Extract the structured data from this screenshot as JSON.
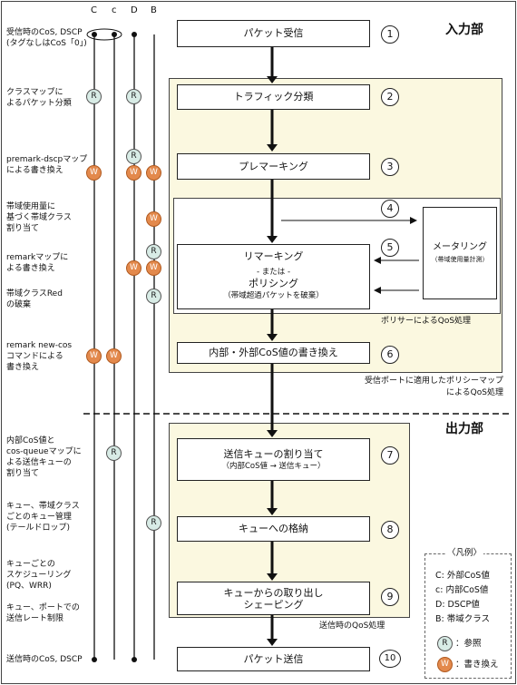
{
  "columns": [
    "C",
    "c",
    "D",
    "B"
  ],
  "sections": {
    "input": "入力部",
    "output": "出力部"
  },
  "steps": [
    {
      "num": "1",
      "title": "パケット受信",
      "sub": ""
    },
    {
      "num": "2",
      "title": "トラフィック分類",
      "sub": ""
    },
    {
      "num": "3",
      "title": "プレマーキング",
      "sub": ""
    },
    {
      "num": "4",
      "title": "メータリング",
      "sub": "（帯域使用量計測）"
    },
    {
      "num": "5",
      "title": "リマーキング",
      "or": "- または -",
      "title2": "ポリシング",
      "sub": "（帯域超過パケットを破棄）"
    },
    {
      "num": "6",
      "title": "内部・外部CoS値の書き換え",
      "sub": ""
    },
    {
      "num": "7",
      "title": "送信キューの割り当て",
      "sub": "（内部CoS値 → 送信キュー）"
    },
    {
      "num": "8",
      "title": "キューへの格納",
      "sub": ""
    },
    {
      "num": "9",
      "title": "キューからの取り出し\nシェーピング",
      "sub": ""
    },
    {
      "num": "10",
      "title": "パケット送信",
      "sub": ""
    }
  ],
  "captions": {
    "policer": "ポリサーによるQoS処理",
    "policy_map": "受信ポートに適用したポリシーマップ\nによるQoS処理",
    "output_qos": "送信時のQoS処理"
  },
  "left_labels": [
    "受信時のCoS, DSCP\n(タグなしはCoS「0」)",
    "クラスマップに\nよるパケット分類",
    "premark-dscpマップ\nによる書き換え",
    "帯域使用量に\n基づく帯域クラス\n割り当て",
    "remarkマップに\nよる書き換え",
    "帯域クラスRed\nの破棄",
    "remark new-cos\nコマンドによる\n書き換え",
    "内部CoS値と\ncos-queueマップに\nよる送信キューの\n割り当て",
    "キュー、帯域クラス\nごとのキュー管理\n(テールドロップ)",
    "キューごとの\nスケジューリング\n(PQ、WRR)",
    "キュー、ポートでの\n送信レート制限",
    "送信時のCoS, DSCP"
  ],
  "badges": {
    "r": "R",
    "w": "W"
  },
  "legend": {
    "title": "〈凡例〉",
    "items": [
      "C: 外部CoS値",
      "c: 内部CoS値",
      "D: DSCP値",
      "B: 帯域クラス"
    ],
    "ref": "：参照",
    "write": "：書き換え"
  }
}
